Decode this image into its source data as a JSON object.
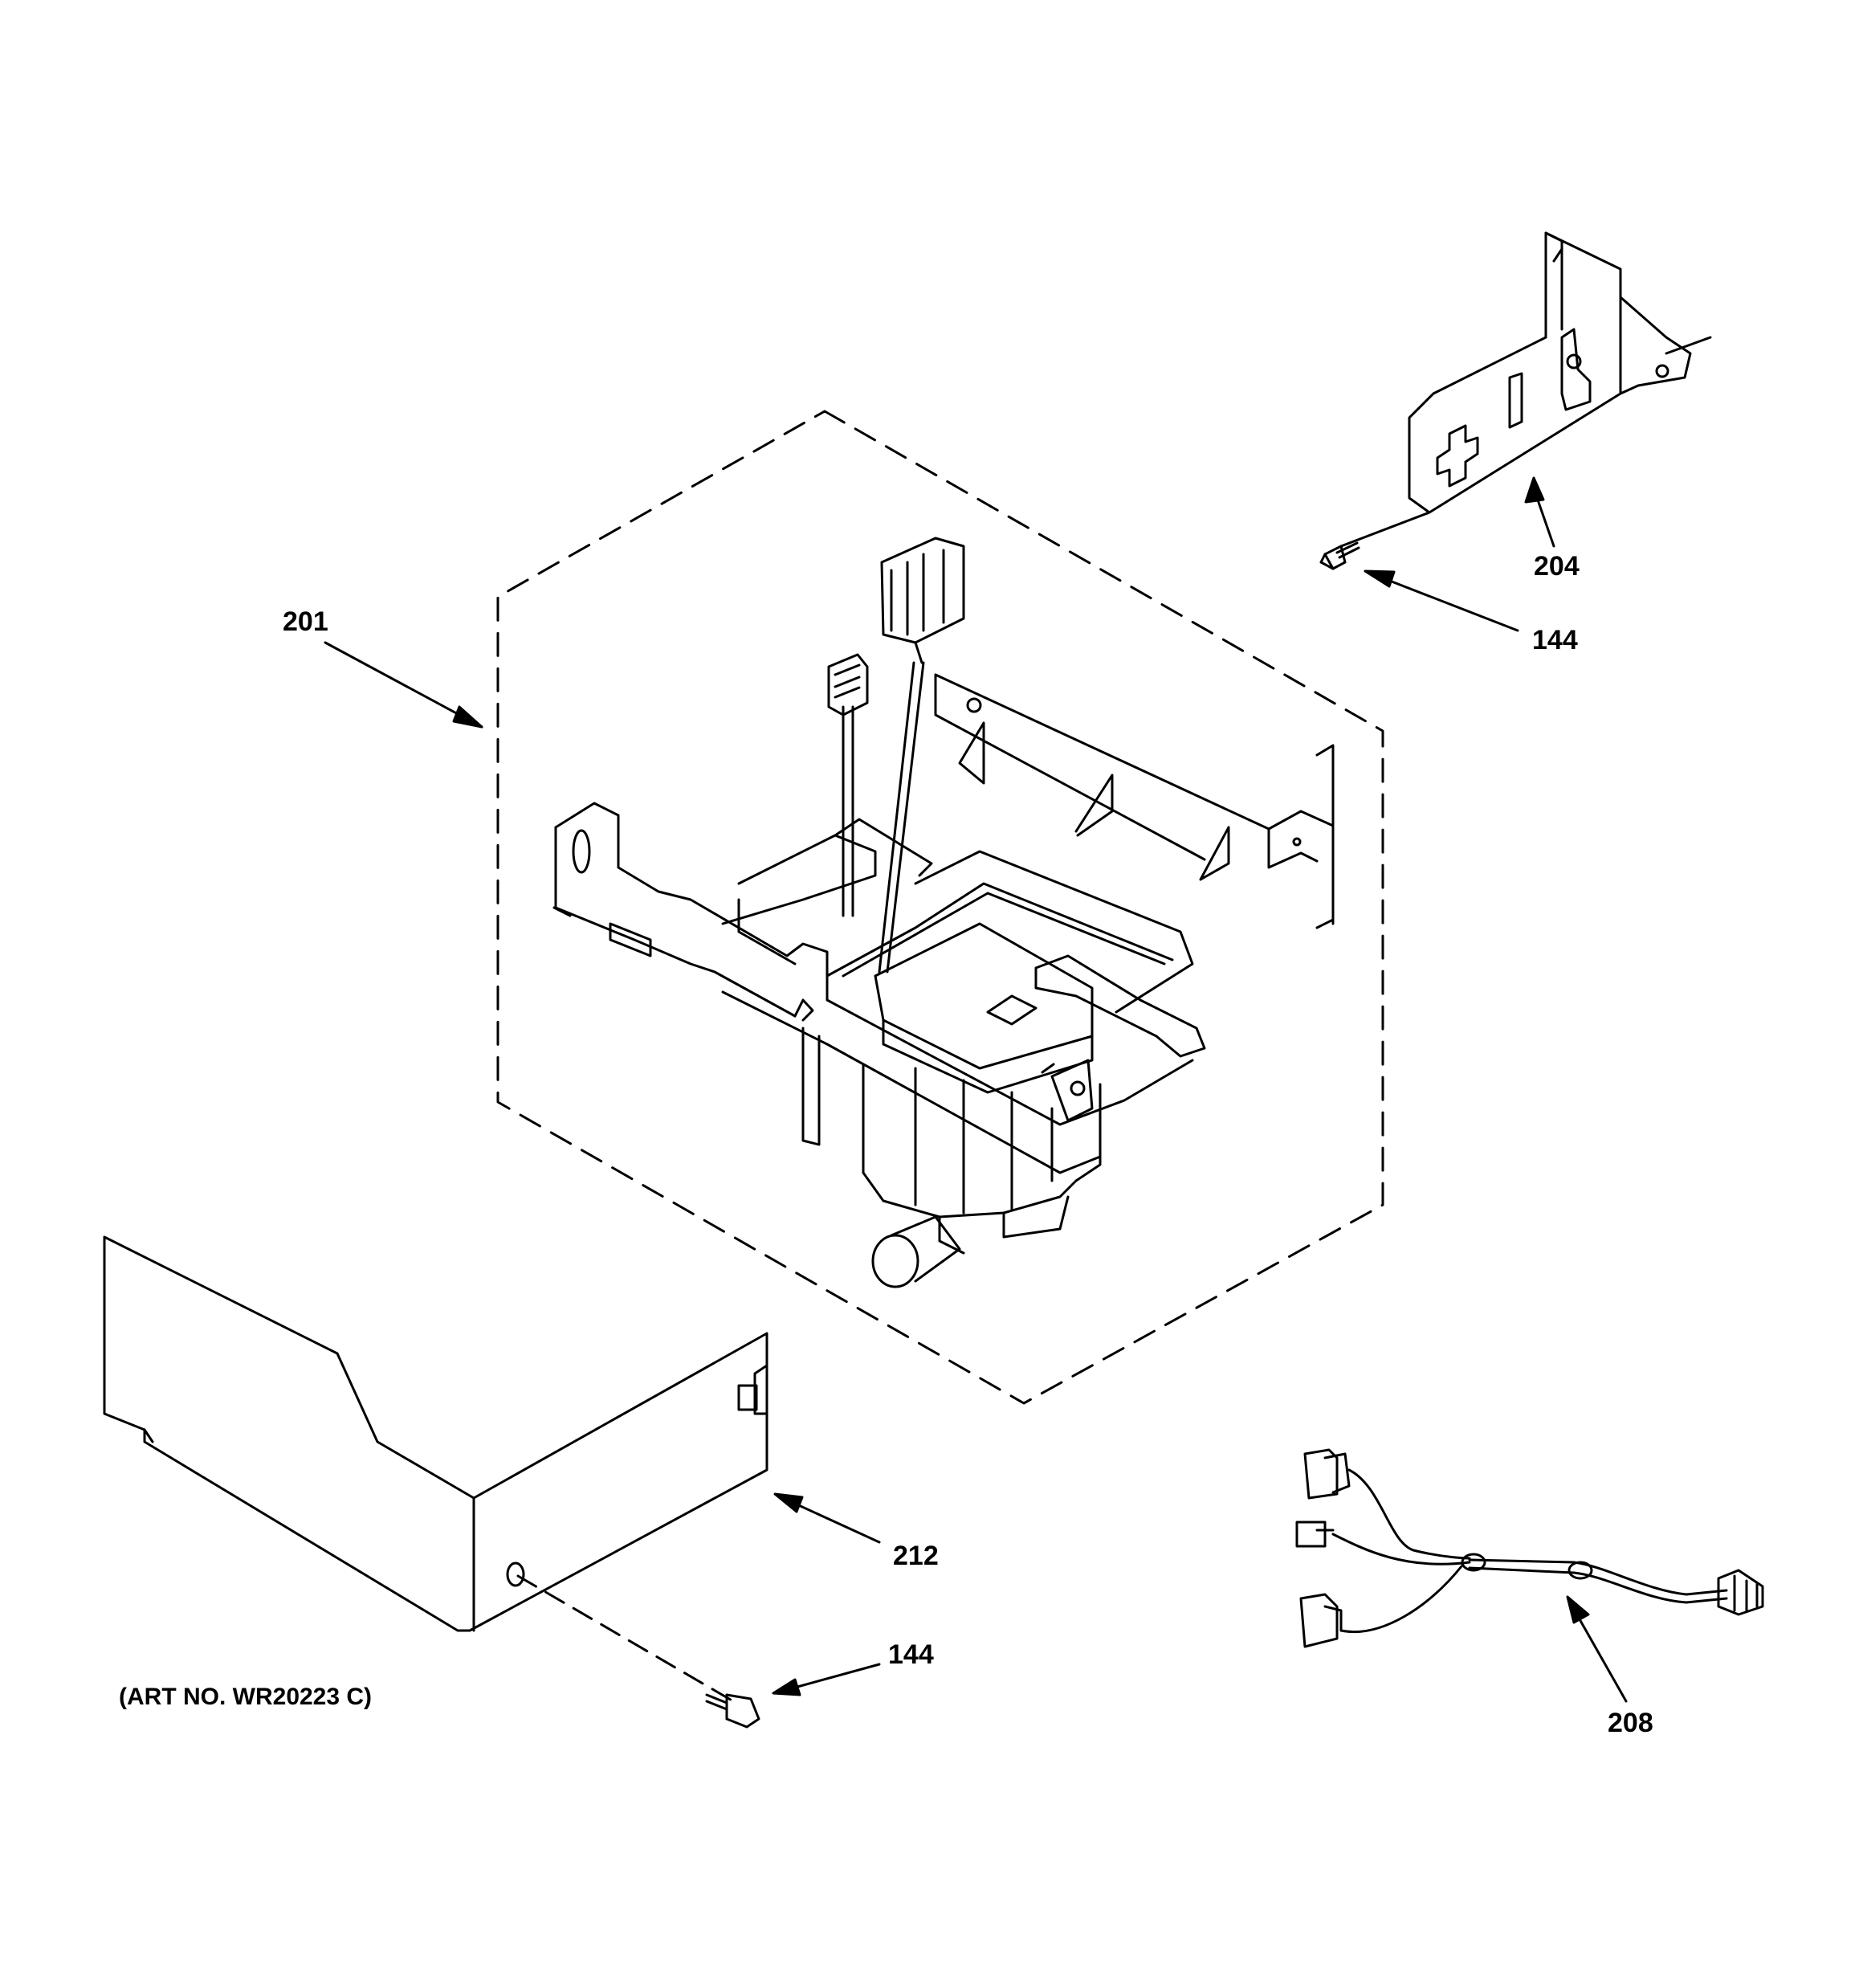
{
  "callouts": {
    "p201": "201",
    "p204": "204",
    "p144_top": "144",
    "p212": "212",
    "p144_bottom": "144",
    "p208": "208"
  },
  "art_number": "(ART NO. WR20223 C)",
  "colors": {
    "line": "#000000",
    "background": "#ffffff"
  }
}
